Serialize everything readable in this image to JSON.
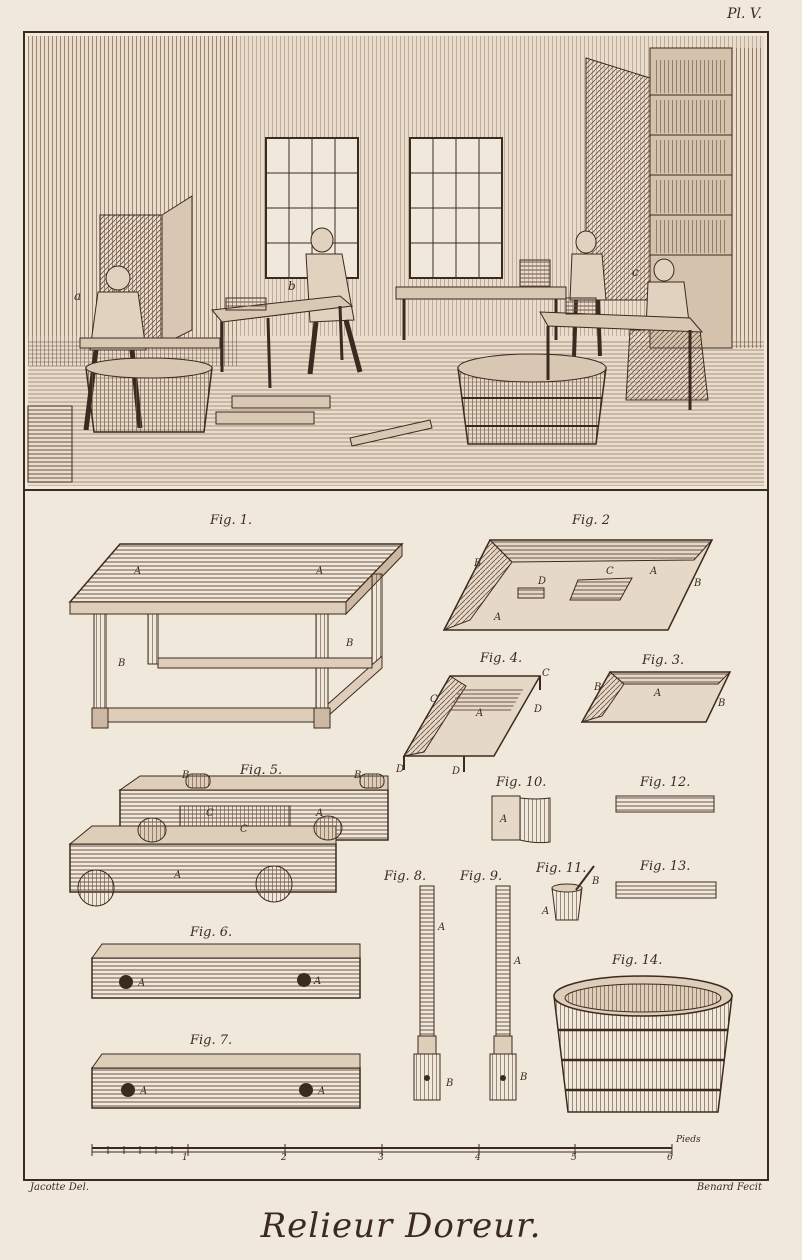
{
  "plate_number": "Pl. V.",
  "credit_left": "Jacotte Del.",
  "credit_right": "Benard Fecit",
  "title": "Relieur Doreur.",
  "vignette": {
    "letters": [
      "a",
      "b",
      "c"
    ]
  },
  "figures": {
    "fig1": "Fig. 1.",
    "fig2": "Fig. 2",
    "fig3": "Fig. 3.",
    "fig4": "Fig. 4.",
    "fig5": "Fig. 5.",
    "fig6": "Fig. 6.",
    "fig7": "Fig. 7.",
    "fig8": "Fig. 8.",
    "fig9": "Fig. 9.",
    "fig10": "Fig. 10.",
    "fig11": "Fig. 11.",
    "fig12": "Fig. 12.",
    "fig13": "Fig. 13.",
    "fig14": "Fig. 14."
  },
  "letters": {
    "A": "A",
    "B": "B",
    "C": "C",
    "D": "D"
  },
  "scale": {
    "ticks": [
      "1",
      "2",
      "3",
      "4",
      "5",
      "6"
    ],
    "unit": "Pieds"
  },
  "colors": {
    "paper": "#f1e8dc",
    "ink": "#3b2a20",
    "shade": "#6e5546"
  }
}
